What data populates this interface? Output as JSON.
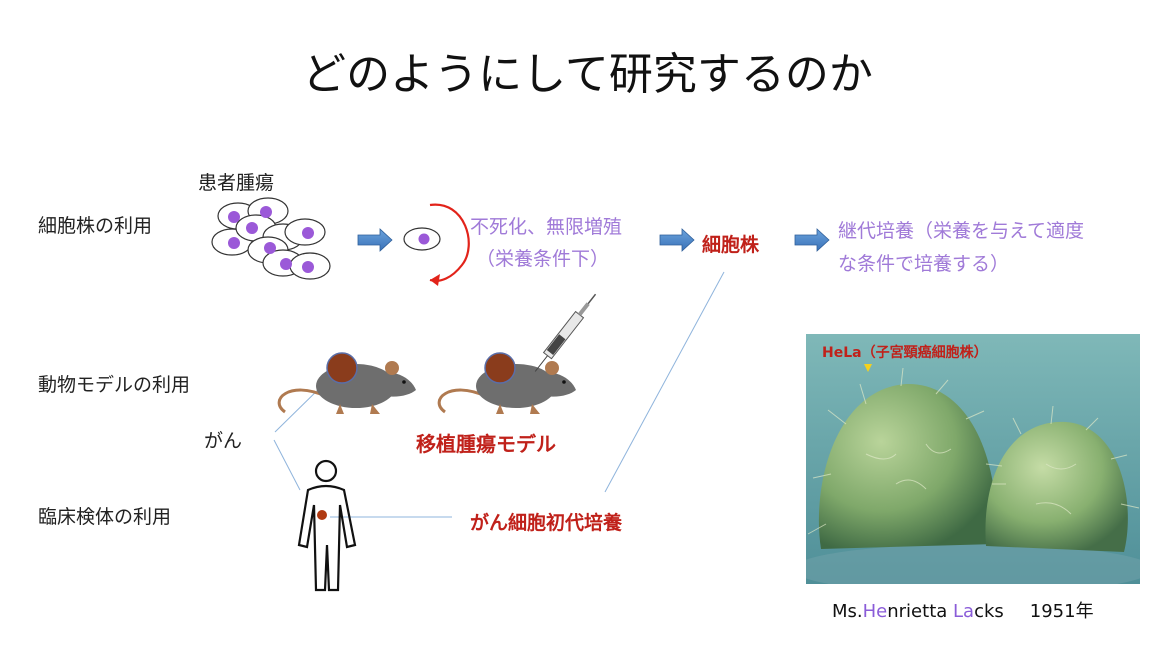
{
  "title": "どのようにして研究するのか",
  "rows": {
    "cell_line": "細胞株の利用",
    "animal_model": "動物モデルの利用",
    "clinical": "臨床検体の利用"
  },
  "patient_tumor": "患者腫瘍",
  "immortalization": {
    "line1": "不死化、無限増殖",
    "line2": "（栄養条件下）"
  },
  "cell_line_result": "細胞株",
  "subculture": {
    "line1": "継代培養（栄養を与えて適度",
    "line2": "な条件で培養する）"
  },
  "xenograft": "移植腫瘍モデル",
  "cancer": "がん",
  "primary_culture": "がん細胞初代培養",
  "photo": {
    "label": "HeLa（子宮頸癌細胞株）",
    "caption_parts": [
      "Ms.",
      "He",
      "nrietta ",
      "La",
      "cks",
      "1951年"
    ]
  },
  "colors": {
    "accent_red": "#c0211a",
    "accent_purple": "#a07ad8",
    "arrow_blue": "#4a86c8",
    "nucleus": "#9b59d8"
  }
}
